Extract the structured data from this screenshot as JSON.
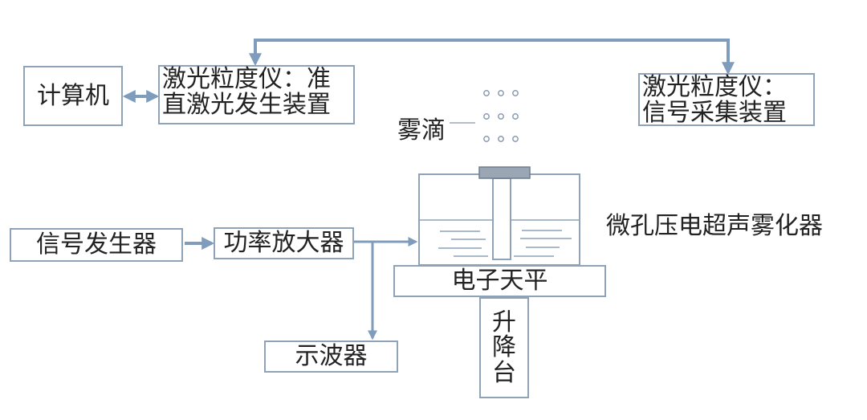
{
  "nodes": {
    "computer": "计算机",
    "laser_emitter_line1": "激光粒度仪：准",
    "laser_emitter_line2": "直激光发生装置",
    "laser_receiver_line1": "激光粒度仪：",
    "laser_receiver_line2": "信号采集装置",
    "signal_generator": "信号发生器",
    "power_amplifier": "功率放大器",
    "oscilloscope": "示波器",
    "balance": "电子天平",
    "lift_table_1": "升",
    "lift_table_2": "降",
    "lift_table_3": "台"
  },
  "labels": {
    "droplets": "雾滴",
    "atomizer": "微孔压电超声雾化器"
  },
  "colors": {
    "box_border": "#8ea2b8",
    "arrow": "#7f9cbd",
    "text": "#222222"
  }
}
